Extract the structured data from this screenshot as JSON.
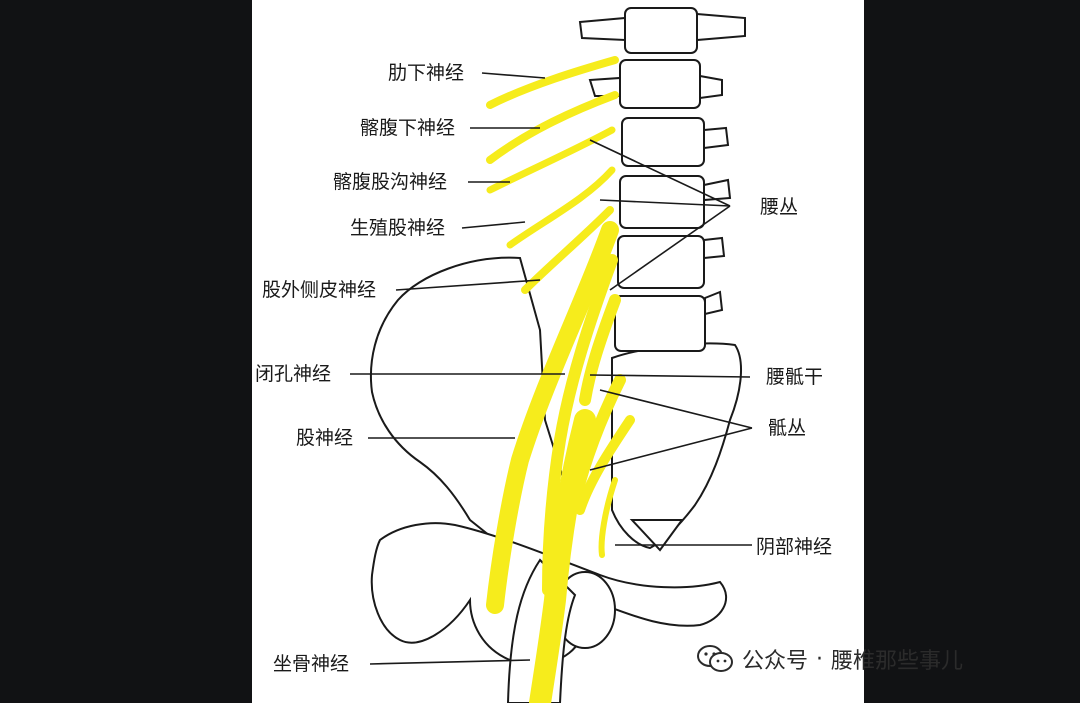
{
  "colors": {
    "background": "#111214",
    "panel": "#ffffff",
    "nerve": "#f6ec1c",
    "ink": "#1a1a1a"
  },
  "labels": {
    "subcostal": "肋下神经",
    "iliohypogastric": "髂腹下神经",
    "ilioinguinal": "髂腹股沟神经",
    "genitofemoral": "生殖股神经",
    "lateral_femoral_cutaneous": "股外侧皮神经",
    "obturator": "闭孔神经",
    "femoral": "股神经",
    "sciatic": "坐骨神经",
    "lumbar_plexus": "腰丛",
    "lumbosacral_trunk": "腰骶干",
    "sacral_plexus": "骶丛",
    "pudendal": "阴部神经"
  },
  "watermark": {
    "icon": "wechat-icon",
    "account": "公众号",
    "separator": "·",
    "name": "腰椎那些事儿"
  }
}
